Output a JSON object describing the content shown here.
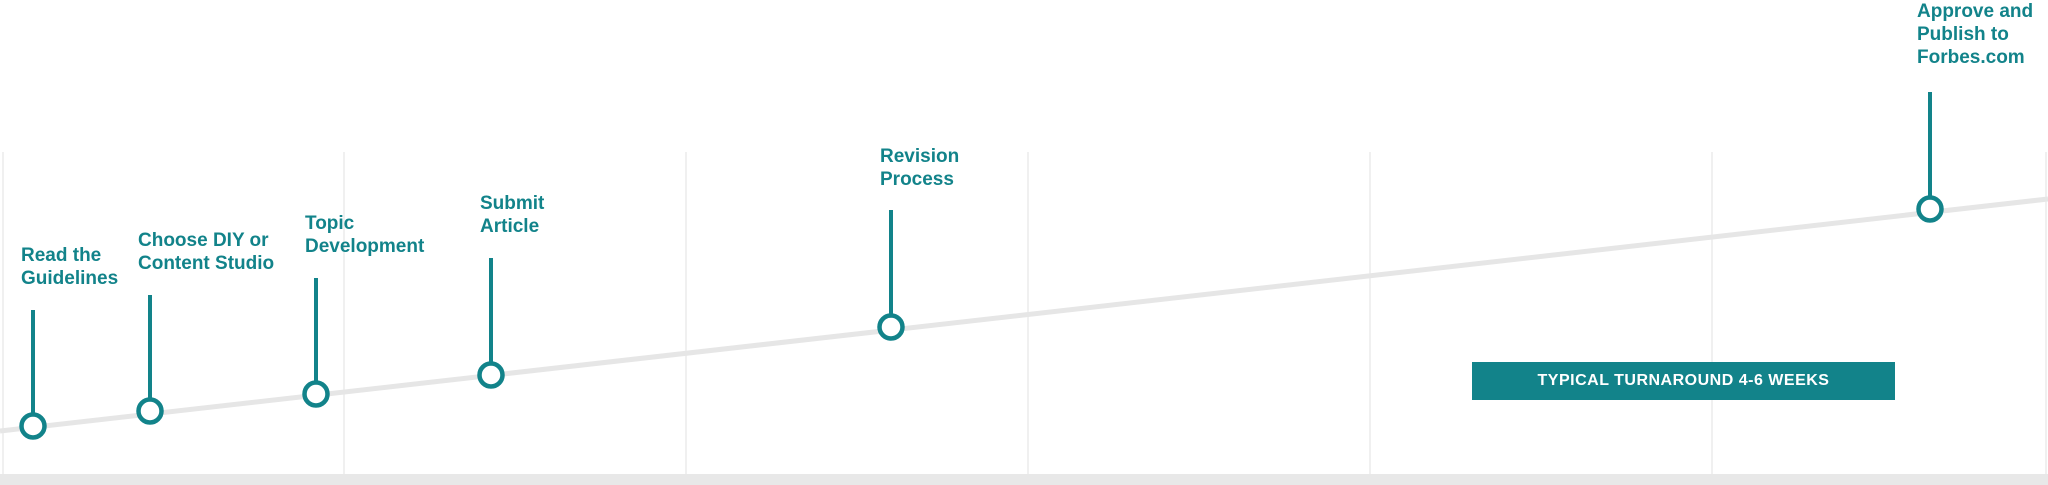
{
  "colors": {
    "accent": "#12838a",
    "trend": "#e6e6e6",
    "grid": "#ececec",
    "footer": "#e8e8e8"
  },
  "milestones": [
    {
      "id": "read-guidelines",
      "label": "Read the\nGuidelines"
    },
    {
      "id": "choose-diy",
      "label": "Choose DIY or\nContent Studio"
    },
    {
      "id": "topic-development",
      "label": "Topic\nDevelopment"
    },
    {
      "id": "submit-article",
      "label": "Submit\nArticle"
    },
    {
      "id": "revision-process",
      "label": "Revision\nProcess"
    },
    {
      "id": "approve-publish",
      "label": "Approve and\nPublish to\nForbes.com"
    }
  ],
  "badge": {
    "label": "TYPICAL TURNAROUND 4-6 WEEKS"
  }
}
